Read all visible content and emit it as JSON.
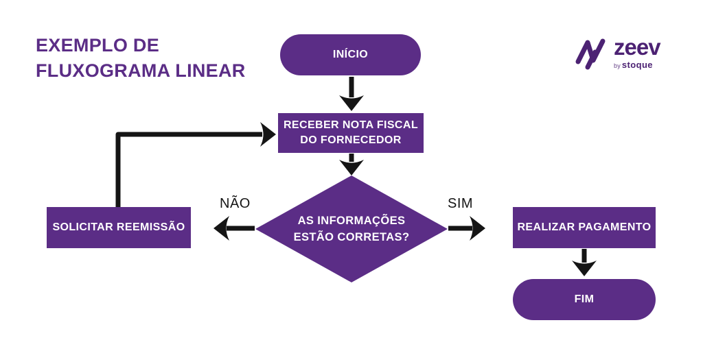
{
  "title": {
    "line1": "EXEMPLO DE",
    "line2": "FLUXOGRAMA LINEAR"
  },
  "logo": {
    "brand": "zeev",
    "by": "by",
    "company": "stoque",
    "mark": "zeev-zigzag-icon"
  },
  "flow": {
    "start": {
      "label": "INÍCIO",
      "shape": "terminator"
    },
    "receive": {
      "line1": "RECEBER NOTA FISCAL",
      "line2": "DO FORNECEDOR",
      "shape": "process"
    },
    "decision": {
      "line1": "AS INFORMAÇÕES",
      "line2": "ESTÃO CORRETAS?",
      "shape": "decision"
    },
    "reissue": {
      "label": "SOLICITAR REEMISSÃO",
      "shape": "process"
    },
    "payment": {
      "label": "REALIZAR PAGAMENTO",
      "shape": "process"
    },
    "end": {
      "label": "FIM",
      "shape": "terminator"
    }
  },
  "branches": {
    "no": "NÃO",
    "yes": "SIM"
  },
  "colors": {
    "purple": "#5b2d86",
    "logo_purple": "#4c2273",
    "ink": "#151515",
    "bg": "#ffffff",
    "on_shape": "#ffffff"
  }
}
